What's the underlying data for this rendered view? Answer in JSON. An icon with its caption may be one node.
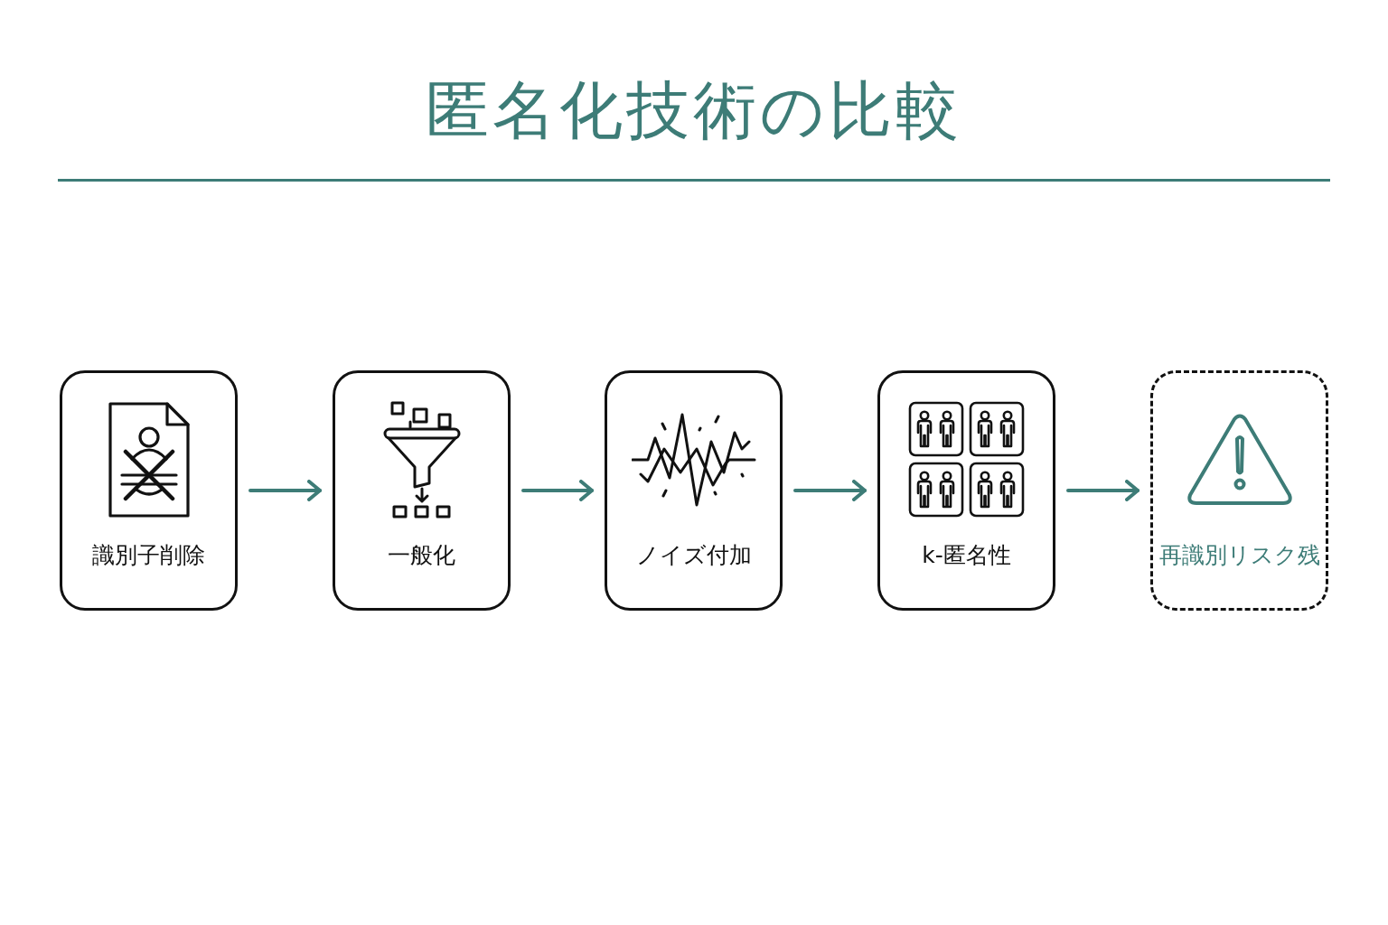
{
  "diagram": {
    "title": "匿名化技術の比較",
    "nodes": [
      {
        "text": [
          "識別子削除"
        ]
      },
      {
        "text": [
          "一般化"
        ]
      },
      {
        "text": [
          "ノイズ付加"
        ]
      },
      {
        "text": [
          "k-匿名性"
        ]
      },
      {
        "text": [
          "再識別リスク残"
        ]
      }
    ],
    "edges": [
      {
        "from": 0,
        "to": 1,
        "arrow": "to"
      },
      {
        "from": 1,
        "to": 2,
        "arrow": "to"
      },
      {
        "from": 2,
        "to": 3,
        "arrow": "to"
      },
      {
        "from": 3,
        "to": 4,
        "arrow": "to"
      }
    ]
  }
}
